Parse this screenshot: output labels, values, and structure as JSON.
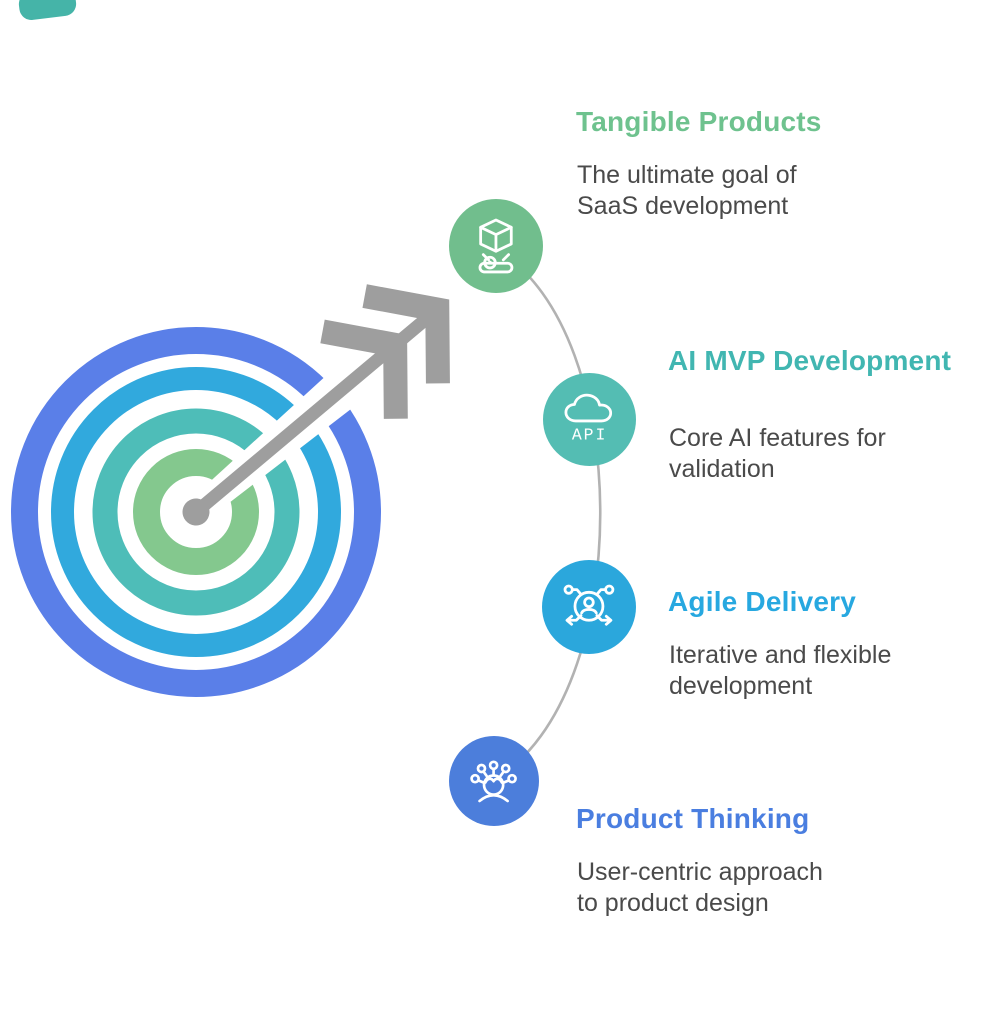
{
  "canvas": {
    "background": "#ffffff"
  },
  "decor": {
    "corner_blob_color": "#45B4A8"
  },
  "connector": {
    "color": "#B2B2B2"
  },
  "target": {
    "rings": [
      {
        "name": "outer-ring",
        "color": "#5A7FE8"
      },
      {
        "name": "second-ring",
        "color": "#31A9DD"
      },
      {
        "name": "third-ring",
        "color": "#4EBDB8"
      },
      {
        "name": "bullseye-ring",
        "color": "#84C88E"
      }
    ],
    "arrow_color": "#9E9E9E",
    "center_dot_color": "#9E9E9E"
  },
  "text": {
    "body_color": "#4A4A4A"
  },
  "milestones": [
    {
      "title": "Tangible Products",
      "title_color": "#6EC28E",
      "circle_color": "#71BE8D",
      "icon": "hologram-cube-icon",
      "desc_lines": [
        "The ultimate goal of",
        "SaaS development"
      ]
    },
    {
      "title": "AI MVP Development",
      "title_color": "#41B6B1",
      "circle_color": "#54BDB3",
      "icon": "cloud-api-icon",
      "icon_label": "API",
      "desc_lines": [
        "Core AI features for",
        "validation"
      ]
    },
    {
      "title": "Agile Delivery",
      "title_color": "#27A8E0",
      "circle_color": "#2BA7DC",
      "icon": "agile-network-icon",
      "desc_lines": [
        "Iterative and flexible",
        "development"
      ]
    },
    {
      "title": "Product Thinking",
      "title_color": "#4A7EE0",
      "circle_color": "#4C7EDB",
      "icon": "user-ideas-icon",
      "desc_lines": [
        "User-centric approach",
        "to product design"
      ]
    }
  ]
}
